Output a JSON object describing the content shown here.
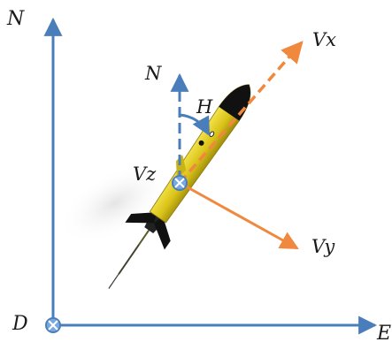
{
  "labels": {
    "world_north": "N",
    "east": "E",
    "down": "D",
    "local_north": "N",
    "heading": "H",
    "vx": "Vx",
    "vy": "Vy",
    "vz": "Vz"
  },
  "colors": {
    "axis_blue": "#4a7ebb",
    "velocity_orange": "#f0883e",
    "glider_yellow": "#e8d424",
    "glider_black": "#111111",
    "text": "#1a1a1a"
  }
}
